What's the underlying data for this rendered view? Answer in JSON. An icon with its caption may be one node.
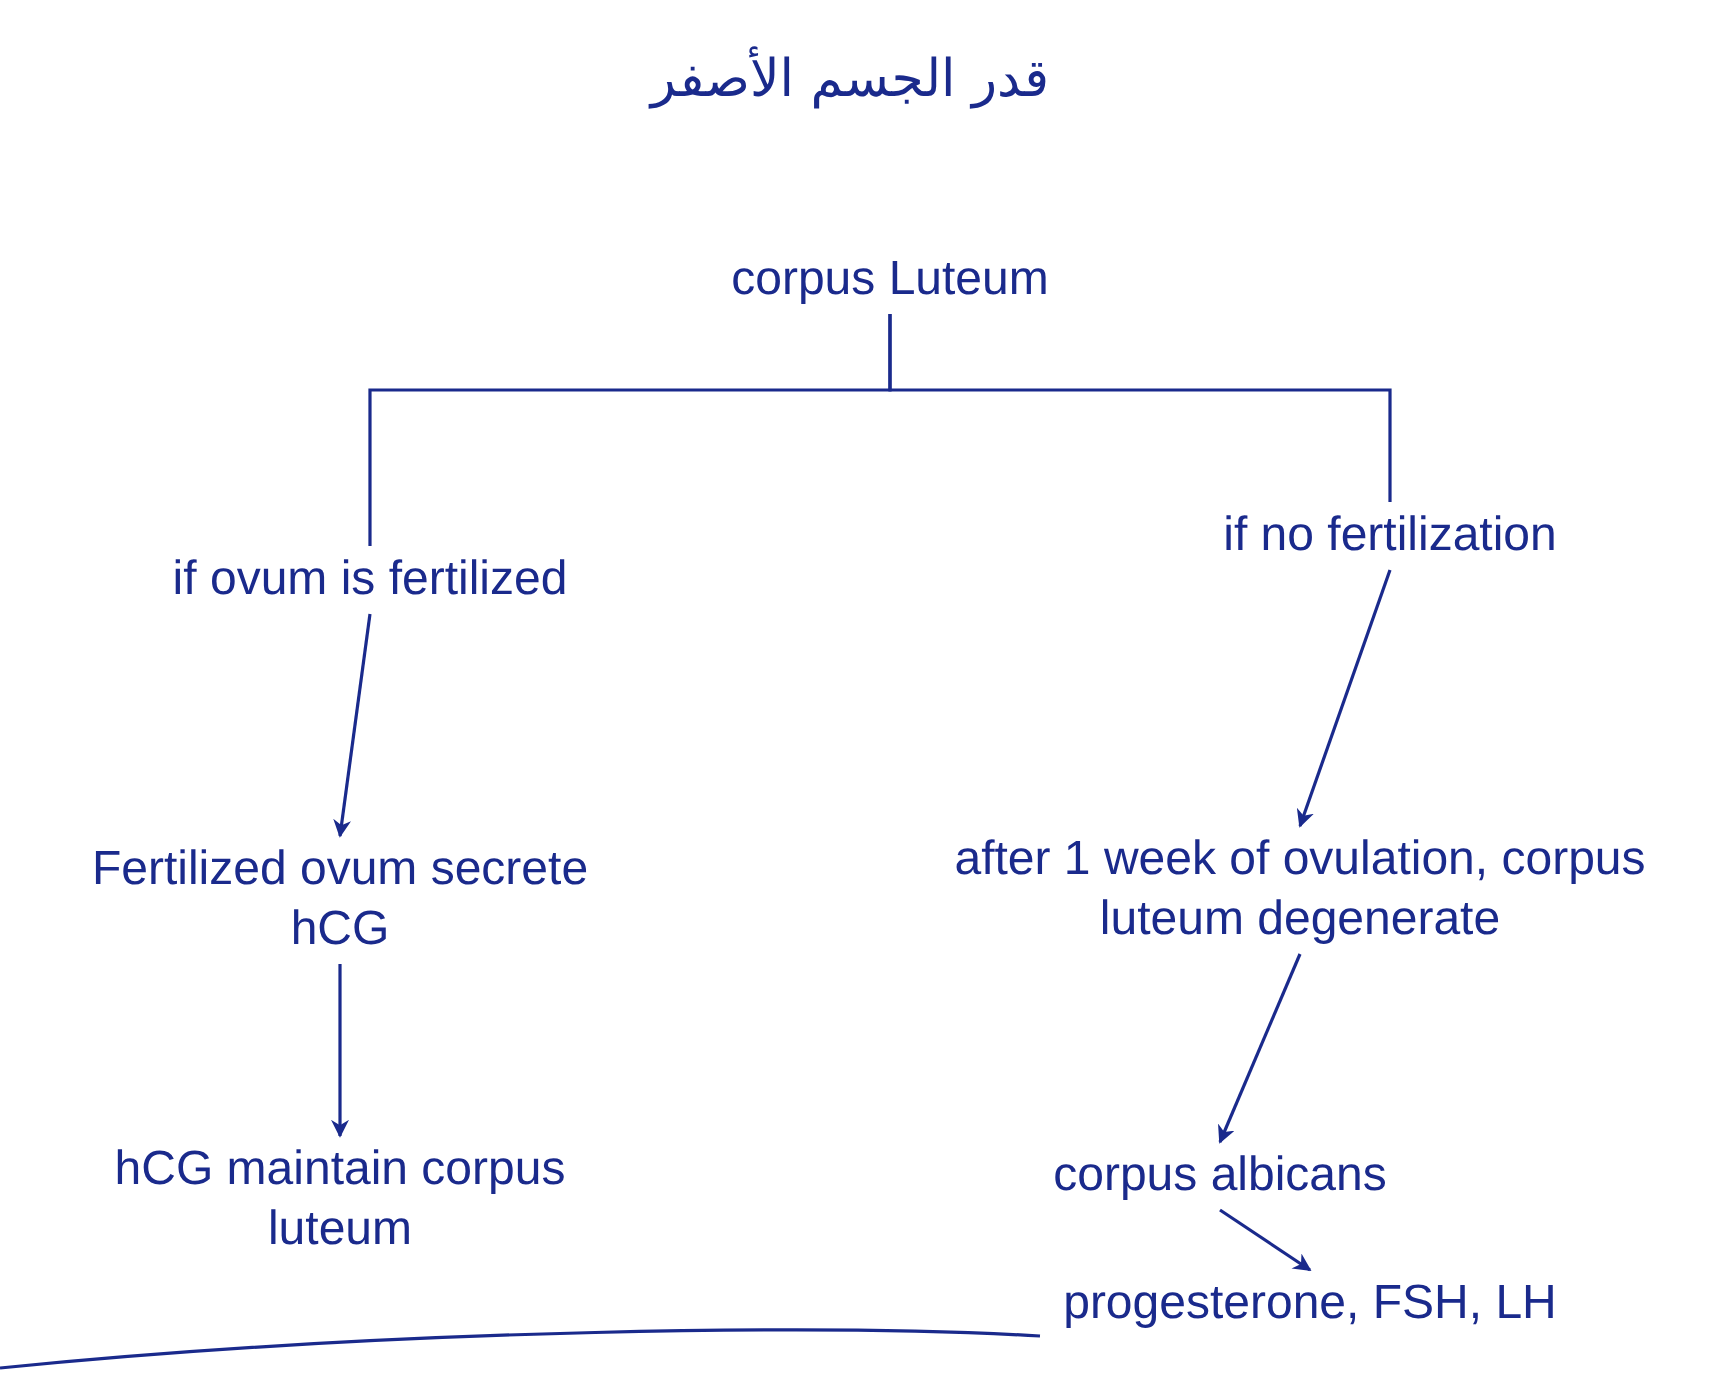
{
  "diagram": {
    "title": "قدر الجسم الأصفر",
    "nodes": [
      {
        "text": [
          "corpus Luteum"
        ]
      },
      {
        "text": [
          "if ovum is fertilized"
        ]
      },
      {
        "text": [
          "Fertilized ovum secrete hCG"
        ]
      },
      {
        "text": [
          "hCG maintain corpus luteum"
        ]
      },
      {
        "text": [
          "if no fertilization"
        ]
      },
      {
        "text": [
          "after 1 week of ovulation, corpus luteum degenerate"
        ]
      },
      {
        "text": [
          "corpus albicans"
        ]
      },
      {
        "text": [
          "progesterone, FSH, LH"
        ]
      }
    ],
    "edges": [
      {
        "from": 0,
        "to": 1,
        "arrow": "none"
      },
      {
        "from": 0,
        "to": 4,
        "arrow": "none"
      },
      {
        "from": 1,
        "to": 2,
        "arrow": "to"
      },
      {
        "from": 2,
        "to": 3,
        "arrow": "to"
      },
      {
        "from": 4,
        "to": 5,
        "arrow": "to"
      },
      {
        "from": 5,
        "to": 6,
        "arrow": "to"
      },
      {
        "from": 6,
        "to": 7,
        "arrow": "to"
      }
    ]
  }
}
